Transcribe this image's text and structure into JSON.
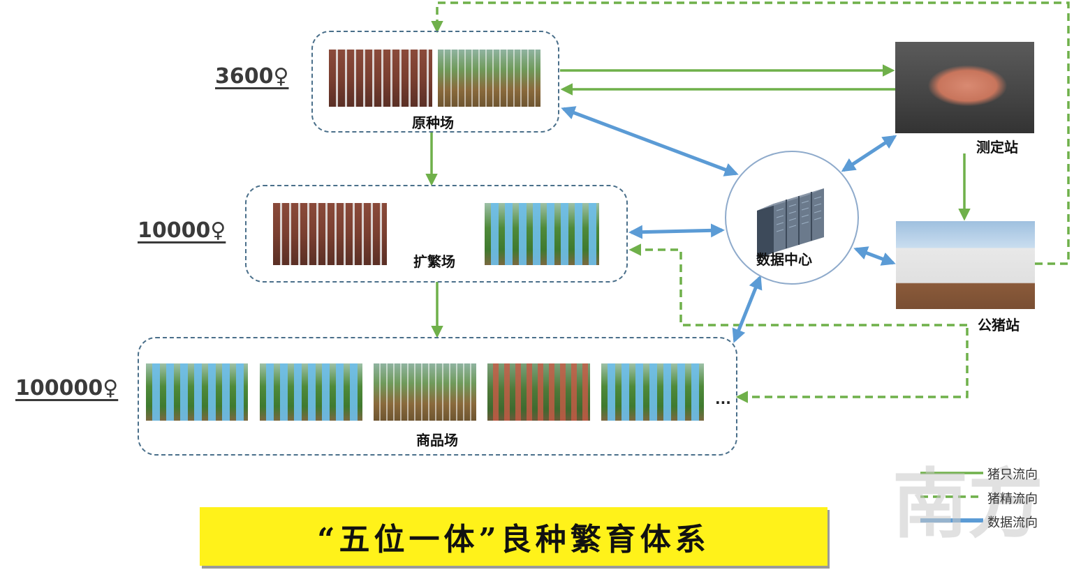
{
  "farms": {
    "nucleus": {
      "label": "原种场",
      "count": "3600♀"
    },
    "multiplier": {
      "label": "扩繁场",
      "count": "10000♀"
    },
    "commercial": {
      "label": "商品场",
      "count": "100000♀",
      "more": "..."
    }
  },
  "nodes": {
    "test_station": "测定站",
    "boar_station": "公猪站",
    "data_center": "数据中心"
  },
  "legend": {
    "live_pig_flow": "猪只流向",
    "semen_flow": "猪精流向",
    "data_flow": "数据流向"
  },
  "title": "“五位一体”良种繁育体系",
  "watermark": "南方",
  "colors": {
    "live_pig_flow": "#6fb04a",
    "semen_flow": "#6fb04a",
    "data_flow": "#5b9bd5",
    "box_border": "#4a6f8a",
    "title_bg": "#fff21a"
  },
  "icons": {
    "server": "server-rack-icon"
  }
}
